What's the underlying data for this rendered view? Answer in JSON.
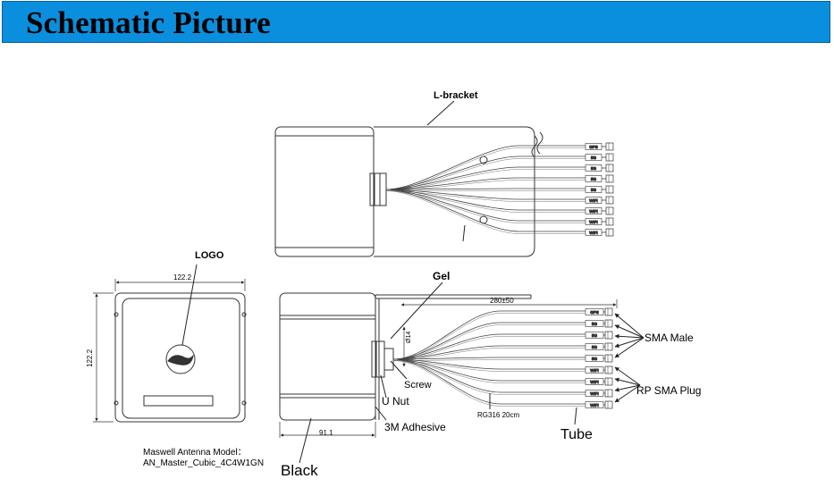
{
  "header": {
    "title": "Schematic Picture"
  },
  "callouts": {
    "l_bracket": "L-bracket",
    "logo": "LOGO",
    "gel": "Gel",
    "sma_male": "SMA Male",
    "screw": "Screw",
    "rp_sma_plug": "RP SMA Plug",
    "u_nut": "U Nut",
    "adhesive": "3M Adhesive",
    "tube": "Tube",
    "black": "Black",
    "cable_label": "RG316 20cm",
    "model_line1": "Maswell Antenna Model：",
    "model_line2": "AN_Master_Cubic_4C4W1GN"
  },
  "dimensions": {
    "front_width": "122.2",
    "front_height": "122.2",
    "side_width": "91.1",
    "cable_length": "280±50",
    "gland_height": "Ø14"
  },
  "top_view_connectors": [
    "GPS",
    "5G",
    "5G",
    "5G",
    "5G",
    "WIFI",
    "WIFI",
    "WIFI",
    "WIFI"
  ],
  "side_view_connectors": [
    "GPS",
    "5G",
    "5G",
    "5G",
    "5G",
    "WIFI",
    "WIFI",
    "WIFI",
    "WIFI"
  ],
  "colors": {
    "banner": "#0a8fde",
    "line": "#333333"
  }
}
